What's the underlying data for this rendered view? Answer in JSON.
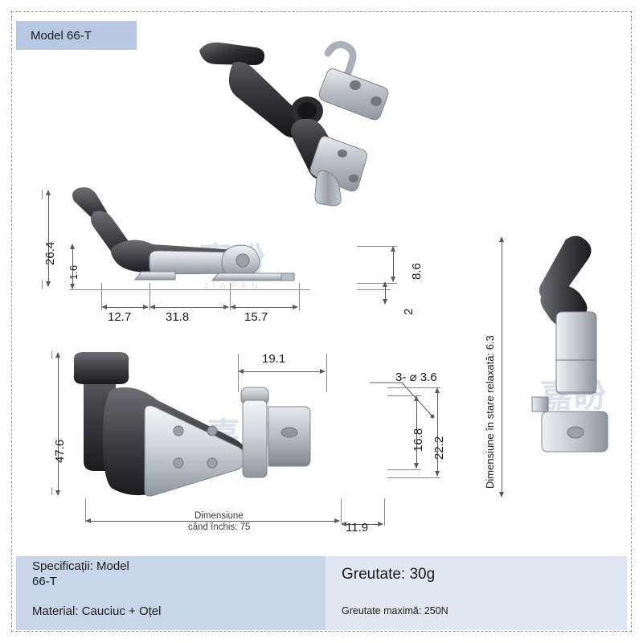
{
  "badge": {
    "label": "Model 66-T"
  },
  "watermark": {
    "text": "嘉盼",
    "sub": "JIAPAN"
  },
  "top_view": {
    "dims": [
      {
        "name": "height-26-4",
        "value": "26.4"
      },
      {
        "name": "height-1-6",
        "value": "1.6"
      },
      {
        "name": "length-12-7",
        "value": "12.7"
      },
      {
        "name": "length-31-8",
        "value": "31.8"
      },
      {
        "name": "length-15-7",
        "value": "15.7"
      },
      {
        "name": "height-8-6",
        "value": "8.6"
      },
      {
        "name": "height-2",
        "value": "2"
      }
    ]
  },
  "front_view": {
    "dims": [
      {
        "name": "height-47-6",
        "value": "47.6"
      },
      {
        "name": "width-19-1",
        "value": "19.1"
      },
      {
        "name": "hole-callout",
        "value": "3- ⌀ 3.6"
      },
      {
        "name": "height-16-8",
        "value": "16.8"
      },
      {
        "name": "height-22-2",
        "value": "22.2"
      },
      {
        "name": "width-11-9",
        "value": "11.9"
      }
    ],
    "note_line1": "Dimensiune",
    "note_line2": "când închis: 75"
  },
  "side_view": {
    "note": "Dimensiune în stare relaxată: 6.3"
  },
  "spec": {
    "rows": [
      {
        "left": "Specificații: Model\n66-T",
        "right": "Greutate: 30g"
      },
      {
        "left": "Material: Cauciuc + Oțel",
        "right": "Greutate maximă: 250N"
      }
    ],
    "left_1a": "Specificații: Model",
    "left_1b": "66-T",
    "right_1": "Greutate: 30g",
    "left_2": "Material: Cauciuc + Oțel",
    "right_2": "Greutate maximă: 250N"
  }
}
